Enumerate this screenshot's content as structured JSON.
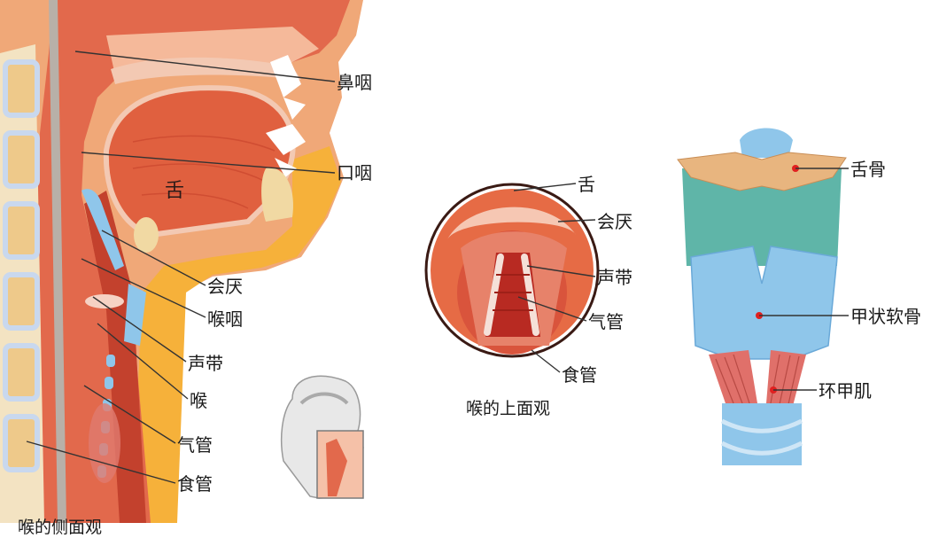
{
  "side_view": {
    "caption": "喉的侧面观",
    "labels": {
      "nasopharynx": "鼻咽",
      "oropharynx": "口咽",
      "tongue": "舌",
      "epiglottis": "会厌",
      "laryngopharynx": "喉咽",
      "vocal_cords": "声带",
      "larynx": "喉",
      "trachea": "气管",
      "esophagus": "食管"
    }
  },
  "top_view": {
    "caption": "喉的上面观",
    "labels": {
      "tongue": "舌",
      "epiglottis": "会厌",
      "vocal_cords": "声带",
      "trachea": "气管",
      "esophagus": "食管"
    }
  },
  "front_view": {
    "labels": {
      "hyoid": "舌骨",
      "thyroid_cartilage": "甲状软骨",
      "cricothyroid": "环甲肌"
    }
  },
  "colors": {
    "tissue": "#e2694c",
    "tissue_dark": "#c3412d",
    "bone": "#f1d9a3",
    "fat": "#f7b43b",
    "cartilage": "#8fc6ea",
    "hyoid": "#e8b57f",
    "muscle": "#e0706a",
    "marker": "#e02020"
  }
}
